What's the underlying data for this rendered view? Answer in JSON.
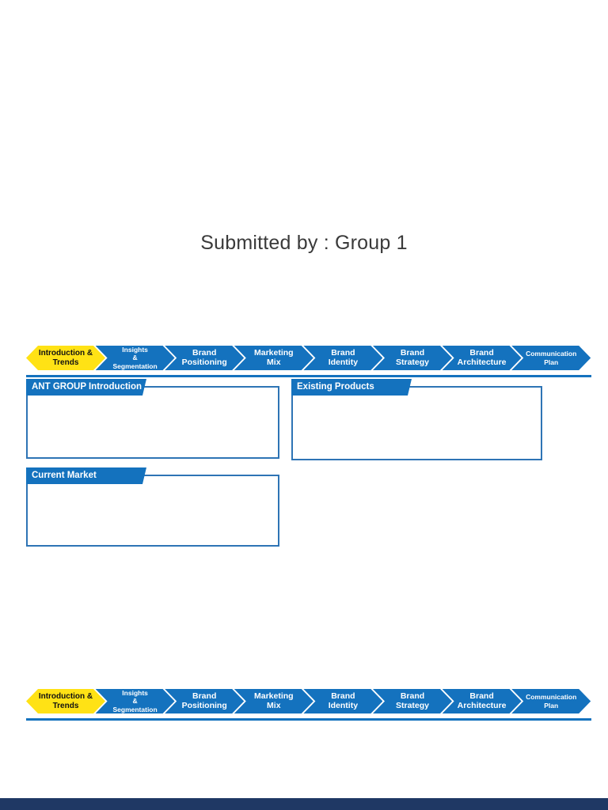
{
  "slide": {
    "title": "Submitted by : Group 1"
  },
  "nav": {
    "items": [
      {
        "id": "introduction-trends",
        "lines": [
          "Introduction &",
          "Trends"
        ],
        "active": true,
        "size": "normal"
      },
      {
        "id": "insights-segmentation",
        "lines": [
          "Insights",
          "&",
          "Segmentation"
        ],
        "active": false,
        "size": "small"
      },
      {
        "id": "brand-positioning",
        "lines": [
          "Brand",
          "Positioning"
        ],
        "active": false,
        "size": "normal"
      },
      {
        "id": "marketing-mix",
        "lines": [
          "Marketing",
          "Mix"
        ],
        "active": false,
        "size": "normal"
      },
      {
        "id": "brand-identity",
        "lines": [
          "Brand",
          "Identity"
        ],
        "active": false,
        "size": "normal"
      },
      {
        "id": "brand-strategy",
        "lines": [
          "Brand",
          "Strategy"
        ],
        "active": false,
        "size": "normal"
      },
      {
        "id": "brand-architecture",
        "lines": [
          "Brand",
          "Architecture"
        ],
        "active": false,
        "size": "normal"
      },
      {
        "id": "communication-plan",
        "lines": [
          "Communication",
          "Plan"
        ],
        "active": false,
        "size": "small"
      }
    ]
  },
  "boxes": [
    {
      "id": "ant-group-introduction",
      "title": "ANT GROUP Introduction"
    },
    {
      "id": "existing-products",
      "title": "Existing Products"
    },
    {
      "id": "current-market",
      "title": "Current Market"
    }
  ],
  "colors": {
    "chevron_blue": "#1472BE",
    "chevron_yellow": "#FFE215",
    "box_border": "#2E74B5",
    "footer_navy": "#1F3864"
  }
}
